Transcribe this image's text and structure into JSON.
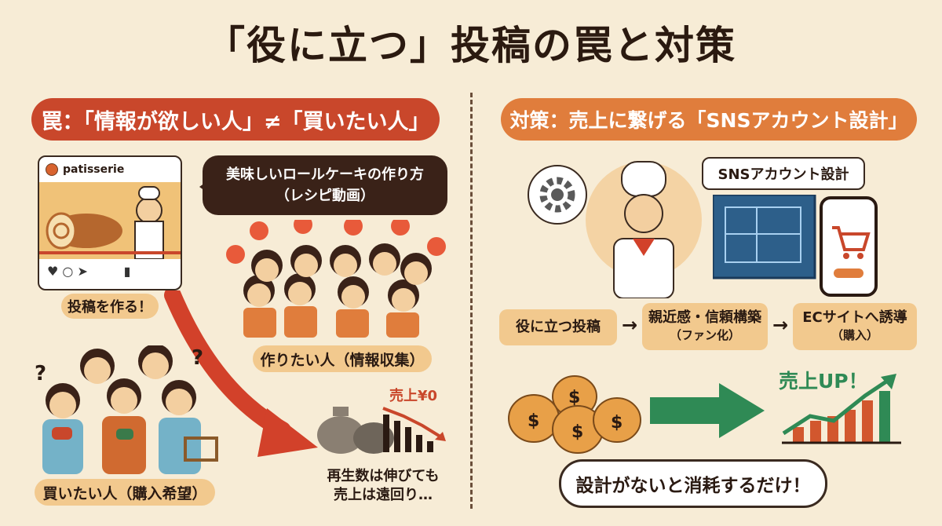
{
  "title": "「役に立つ」投稿の罠と対策",
  "left": {
    "header": "罠：「情報が欲しい人」≠「買いたい人」",
    "post_account": "patisserie",
    "speech_line1": "美味しいロールケーキの作り方",
    "speech_line2": "（レシピ動画）",
    "make_post_label": "投稿を作る！",
    "makers_label": "作りたい人（情報収集）",
    "buyers_label": "買いたい人（購入希望）",
    "sales_zero": "売上¥0",
    "note_line1": "再生数は伸びても",
    "note_line2": "売上は遠回り…"
  },
  "right": {
    "header": "対策：売上に繋げる「SNSアカウント設計」",
    "sns_label": "SNSアカウント設計",
    "flow": [
      {
        "main": "役に立つ投稿",
        "sub": ""
      },
      {
        "main": "親近感・信頼構築",
        "sub": "（ファン化）"
      },
      {
        "main": "ECサイトへ誘導",
        "sub": "（購入）"
      }
    ],
    "sales_up": "売上UP！",
    "bottom_message": "設計がないと消耗するだけ！"
  },
  "colors": {
    "background": "#f7ecd6",
    "trap_red": "#c9472b",
    "solution_orange": "#e07d3c",
    "label_tan": "#f2c98e",
    "growth_green": "#2f8a55"
  }
}
